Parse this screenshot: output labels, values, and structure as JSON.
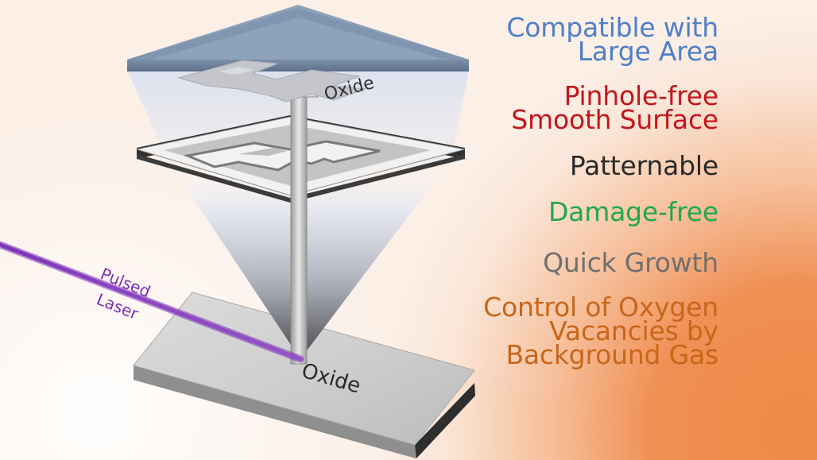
{
  "labels": {
    "mask_oxide": "Oxide",
    "target_oxide": "Oxide",
    "laser_line1": "Pulsed",
    "laser_line2": "Laser"
  },
  "properties": [
    {
      "text": "Compatible with\nLarge Area",
      "color": "#4f7fc6"
    },
    {
      "text": "Pinhole-free\nSmooth Surface",
      "color": "#c3161c"
    },
    {
      "text": "Patternable",
      "color": "#2a2a2a"
    },
    {
      "text": "Damage-free",
      "color": "#22a84a"
    },
    {
      "text": "Quick Growth",
      "color": "#6f6f6f"
    },
    {
      "text": "Control of Oxygen\nVacancies by\nBackground Gas",
      "color": "#c8661a"
    }
  ],
  "colors": {
    "laser": "#7b2fb6",
    "accent_orange": "#ee8a45",
    "substrate_glass": "#b9d2f4"
  }
}
